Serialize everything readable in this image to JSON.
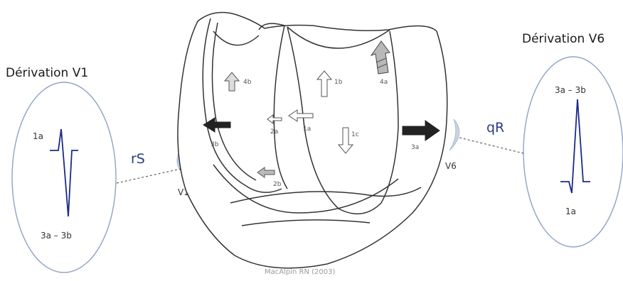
{
  "left_lead": {
    "title": "Dérivation V1",
    "top_label": "1a",
    "bottom_label": "3a – 3b",
    "pattern": "rS",
    "electrode": "V1"
  },
  "right_lead": {
    "title": "Dérivation V6",
    "top_label": "3a – 3b",
    "bottom_label": "1a",
    "pattern": "qR",
    "electrode": "V6"
  },
  "heart_labels": {
    "v4b": "4b",
    "v1b": "1b",
    "v4a": "4a",
    "v3b": "3b",
    "v2a": "2a",
    "v1a": "1a",
    "v1c": "1c",
    "v3a": "3a",
    "v2b": "2b"
  },
  "credit": "MacAlpin RN (2003)",
  "colors": {
    "ecg_trace": "#1b2a8a",
    "pattern_text": "#2c3a8c",
    "ellipse_stroke": "#8fa3c4",
    "electrode": "#a9bad0"
  }
}
